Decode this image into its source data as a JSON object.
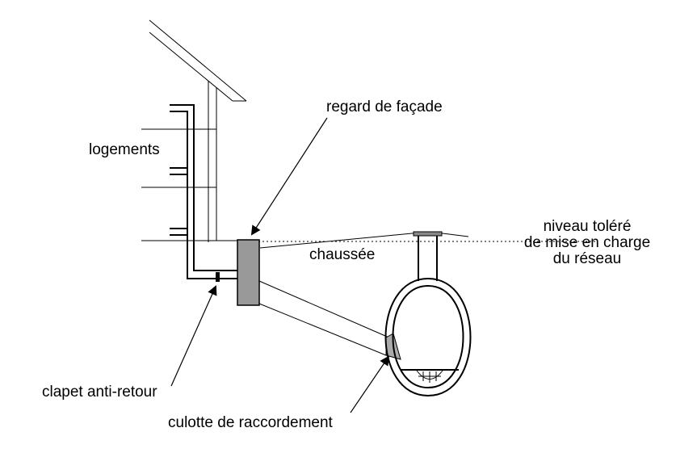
{
  "labels": {
    "regard": "regard de façade",
    "logements": "logements",
    "chaussee": "chaussée",
    "niveau_line1": "niveau toléré",
    "niveau_line2": "de mise en charge",
    "niveau_line3": "du réseau",
    "clapet": "clapet anti-retour",
    "culotte": "culotte de raccordement"
  },
  "colors": {
    "stroke": "#000000",
    "regard_fill": "#999999",
    "culotte_fill": "#aaaaaa",
    "background": "#ffffff"
  },
  "icons": [
    "arrow-icon"
  ]
}
